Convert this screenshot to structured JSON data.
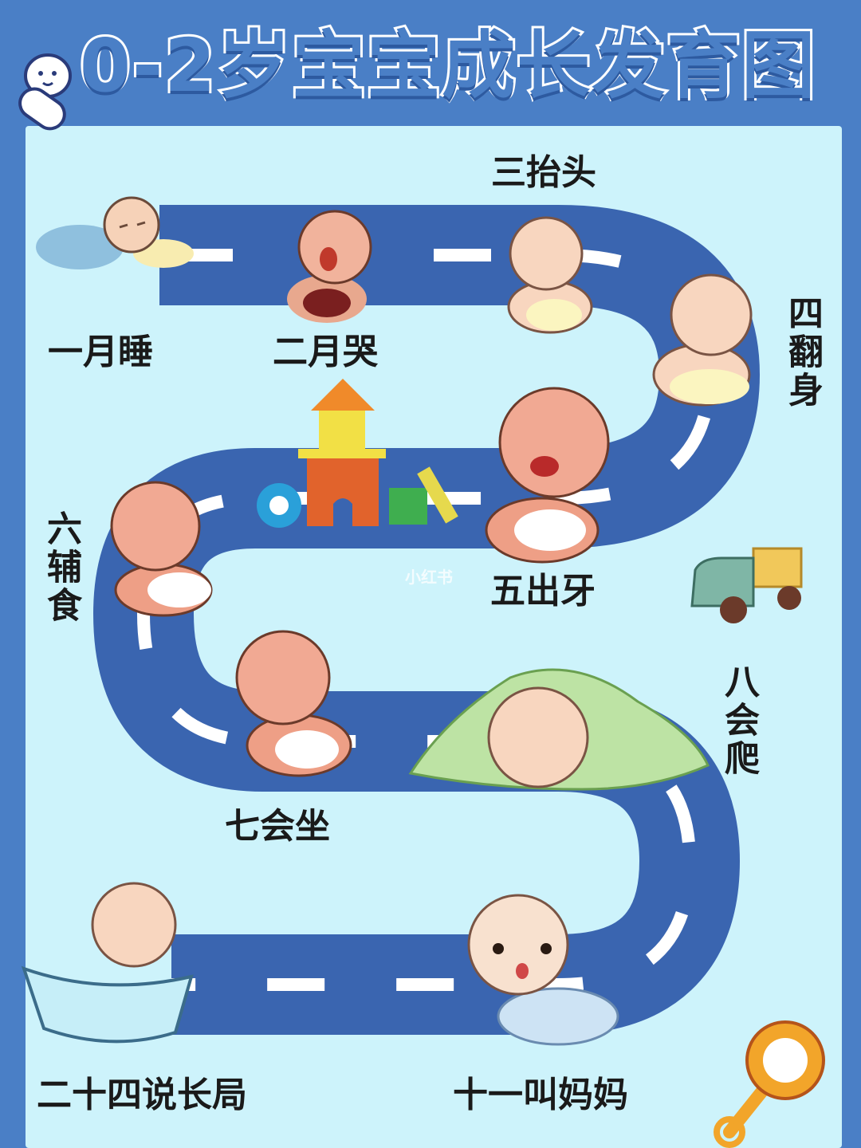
{
  "title": "0-2岁宝宝成长发育图",
  "milestones": {
    "m1": "一月睡",
    "m2": "二月哭",
    "m3": "三抬头",
    "m4": "四翻身",
    "m5": "五出牙",
    "m6": "六辅食",
    "m7": "七会坐",
    "m8": "八会爬",
    "m11": "十一叫妈妈",
    "m24": "二十四说长局"
  },
  "watermark": "小红书",
  "colors": {
    "border": "#4a7fc6",
    "background": "#cdf3fb",
    "road": "#3a65b0",
    "road_marking": "#ffffff",
    "label_text": "#1a1a1a"
  },
  "icons": [
    "swaddled-baby-icon",
    "sleeping-baby",
    "crying-baby",
    "baby-sitting",
    "baby-thumb-sucking",
    "baby-laughing",
    "baby-eating-fist",
    "baby-sitting-arms-out",
    "baby-under-blanket",
    "baby-bathtub",
    "crawling-baby",
    "toy-blocks-icon",
    "toy-truck-icon",
    "rattle-icon"
  ]
}
